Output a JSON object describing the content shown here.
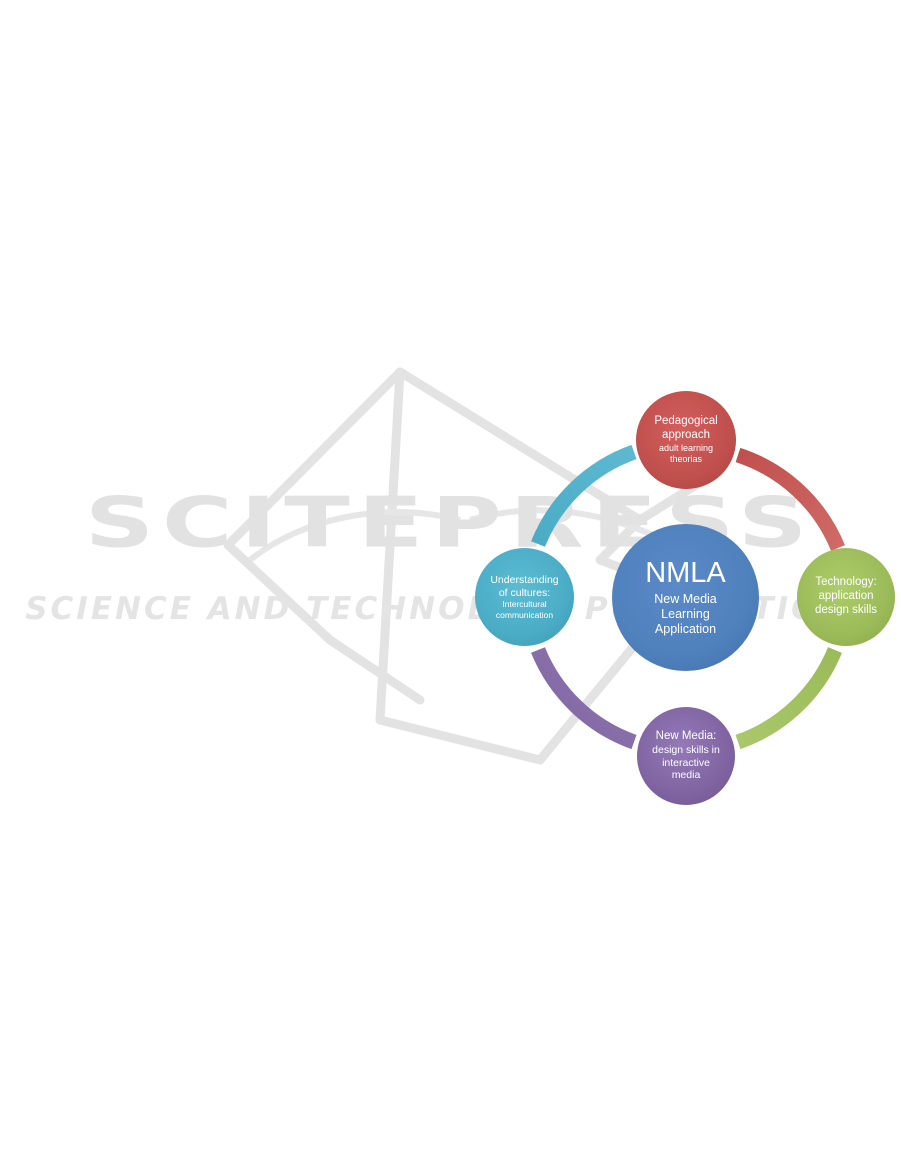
{
  "watermark": {
    "title": "SCITEPRESS",
    "subtitle": "SCIENCE AND TECHNOLOGY PUBLICATIONS"
  },
  "diagram": {
    "center": {
      "acronym": "NMLA",
      "name_lines": [
        "New Media",
        "Learning",
        "Application"
      ],
      "color": "#4f81bd"
    },
    "nodes": [
      {
        "id": "pedagogical",
        "title_lines": [
          "Pedagogical",
          "approach"
        ],
        "detail_lines": [
          "adult learning",
          "theorias"
        ],
        "color": "#c0504d"
      },
      {
        "id": "technology",
        "title_lines": [
          "Technology:",
          "application",
          "design skills"
        ],
        "detail_lines": [],
        "color": "#9bbb59"
      },
      {
        "id": "newmedia",
        "title_lines": [
          "New Media:"
        ],
        "detail_lines": [
          "design skills in",
          "interactive",
          "media"
        ],
        "color": "#8064a2"
      },
      {
        "id": "understanding",
        "title_lines": [
          "Understanding",
          "of cultures:"
        ],
        "detail_lines": [
          "Intercultural",
          "communication"
        ],
        "color": "#4bacc6"
      }
    ]
  }
}
